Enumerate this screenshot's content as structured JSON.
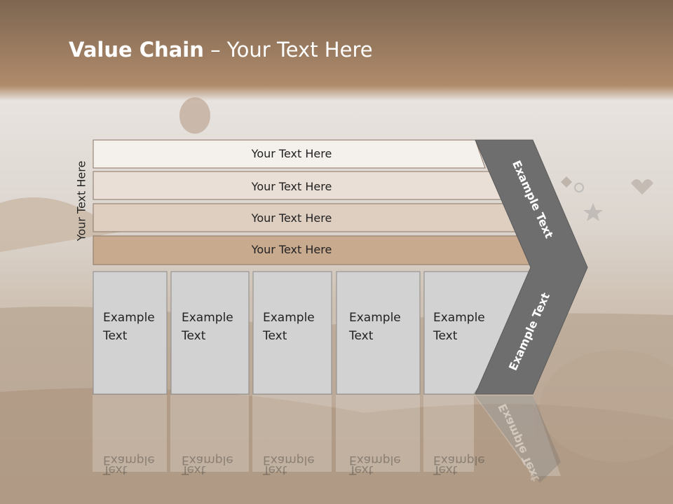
{
  "title": {
    "bold": "Value Chain",
    "rest": " – Your Text Here"
  },
  "side_label": "Your Text Here",
  "bands": [
    "Your Text Here",
    "Your Text Here",
    "Your Text Here",
    "Your Text Here"
  ],
  "columns": [
    {
      "line1": "Example",
      "line2": "Text"
    },
    {
      "line1": "Example",
      "line2": "Text"
    },
    {
      "line1": "Example",
      "line2": "Text"
    },
    {
      "line1": "Example",
      "line2": "Text"
    },
    {
      "line1": "Example",
      "line2": "Text"
    }
  ],
  "chevron": {
    "top_text": "Example Text",
    "bottom_text": "Example Text"
  },
  "colors": {
    "band1": "#f4f0ec",
    "band2": "#eadfd6",
    "band3": "#dfcfc1",
    "band4": "#c8aa8f",
    "column": "#d2d2d2",
    "chevron": "#6e6e6e",
    "header": "#9c7a5c"
  }
}
